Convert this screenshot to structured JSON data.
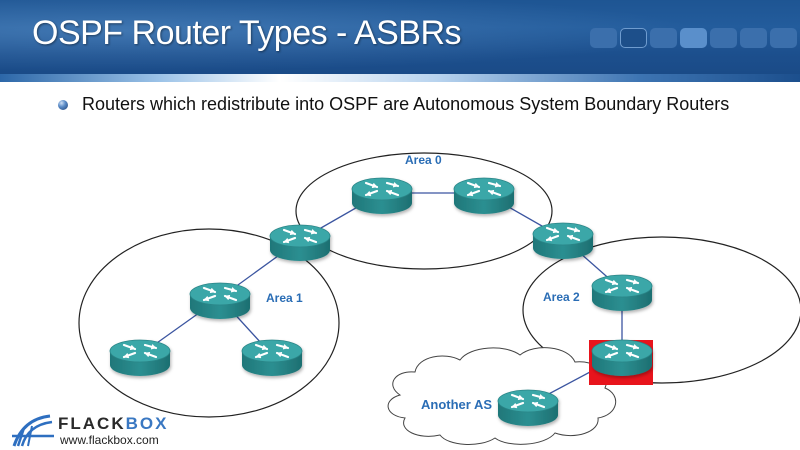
{
  "slide": {
    "title": "OSPF Router Types - ASBRs",
    "bullet": "Routers which redistribute into OSPF are Autonomous System Boundary Routers"
  },
  "header_blocks": [
    "mid",
    "outline",
    "mid",
    "light",
    "mid",
    "mid",
    "mid"
  ],
  "diagram": {
    "areas": [
      {
        "id": "area0",
        "label": "Area 0"
      },
      {
        "id": "area1",
        "label": "Area 1"
      },
      {
        "id": "area2",
        "label": "Area 2"
      }
    ],
    "cloud": {
      "label": "Another AS"
    },
    "routers": [
      {
        "id": "r-area0-left",
        "role": "backbone"
      },
      {
        "id": "r-area0-right",
        "role": "backbone"
      },
      {
        "id": "r-abr-area1",
        "role": "ABR"
      },
      {
        "id": "r-abr-area2",
        "role": "ABR"
      },
      {
        "id": "r-area1-center",
        "role": "internal"
      },
      {
        "id": "r-area1-bl",
        "role": "internal"
      },
      {
        "id": "r-area1-br",
        "role": "internal"
      },
      {
        "id": "r-area2-internal",
        "role": "internal"
      },
      {
        "id": "r-asbr",
        "role": "ASBR",
        "highlighted": true
      },
      {
        "id": "r-external",
        "role": "external"
      }
    ],
    "links": [
      [
        "r-area0-left",
        "r-area0-right"
      ],
      [
        "r-area0-left",
        "r-abr-area1"
      ],
      [
        "r-area0-right",
        "r-abr-area2"
      ],
      [
        "r-abr-area1",
        "r-area1-center"
      ],
      [
        "r-area1-center",
        "r-area1-bl"
      ],
      [
        "r-area1-center",
        "r-area1-br"
      ],
      [
        "r-abr-area2",
        "r-area2-internal"
      ],
      [
        "r-area2-internal",
        "r-asbr"
      ],
      [
        "r-asbr",
        "r-external"
      ]
    ],
    "colors": {
      "router": "#2e8f91",
      "router_top": "#3aa7a8",
      "highlight": "#e8141c",
      "label": "#2a6db5",
      "link": "#3b55a0"
    }
  },
  "logo": {
    "brand_a": "FLACK",
    "brand_b": "BOX",
    "url": "www.flackbox.com",
    "icon": "bridge-logo-icon"
  }
}
